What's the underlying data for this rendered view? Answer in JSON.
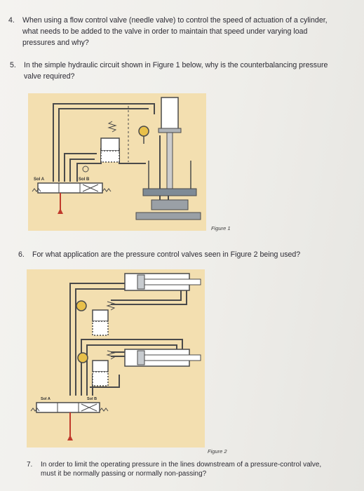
{
  "questions": [
    {
      "number": "4.",
      "line1": "When using a flow control valve (needle valve) to control the speed of actuation of a cylinder,",
      "line2": "what needs to be added to the valve in order to maintain that speed under varying load",
      "line3": "pressures and why?"
    },
    {
      "number": "5.",
      "line1": "In the simple hydraulic circuit shown in Figure 1 below, why is the counterbalancing pressure",
      "line2": "valve required?"
    },
    {
      "number": "6.",
      "line1": "For what application are the pressure control valves seen in Figure 2 being used?"
    },
    {
      "number": "7.",
      "line1": "In order to limit the operating pressure in the lines downstream of a pressure-control valve,",
      "line2": "must it be normally passing or normally non-passing?"
    }
  ],
  "figure1": {
    "caption": "Figure 1",
    "sol_a": "Sol A",
    "sol_b": "Sol B"
  },
  "figure2": {
    "caption": "Figure 2",
    "sol_a": "Sol A",
    "sol_b": "Sol B"
  },
  "colors": {
    "background": "#f3dfb0",
    "line": "#4a4a4a",
    "tank": "#c0392b",
    "metal": "#9aa0a6"
  }
}
